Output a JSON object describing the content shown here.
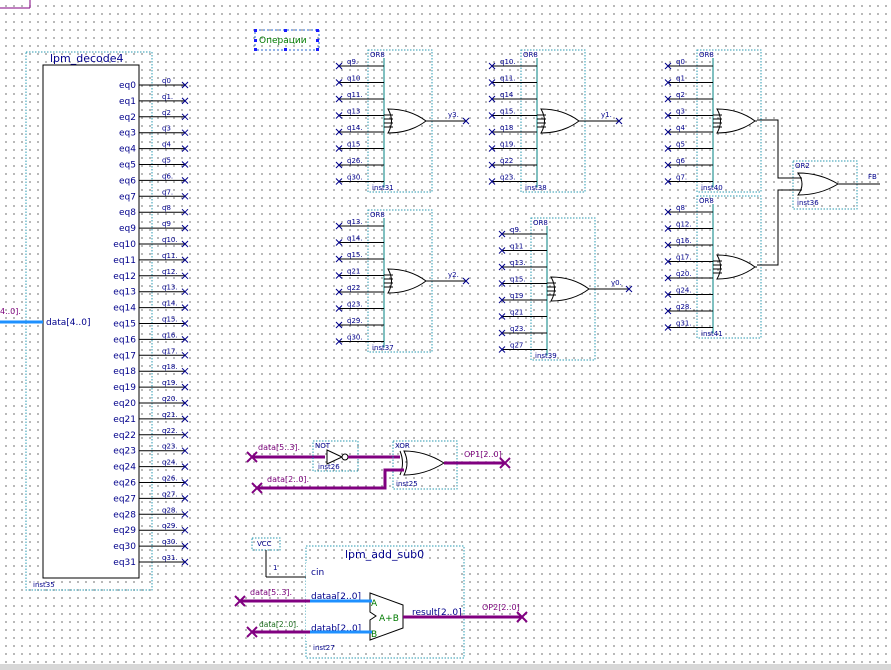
{
  "decoder": {
    "name": "lpm_decode4",
    "input_label": "data[4..0]",
    "input_bus_label": "4..0].",
    "instance": "inst35",
    "ports": [
      "eq0",
      "eq1",
      "eq2",
      "eq3",
      "eq4",
      "eq5",
      "eq6",
      "eq7",
      "eq8",
      "eq9",
      "eq10",
      "eq11",
      "eq12",
      "eq13",
      "eq14",
      "eq15",
      "eq16",
      "eq17",
      "eq18",
      "eq19",
      "eq20",
      "eq21",
      "eq22",
      "eq23",
      "eq24",
      "eq26",
      "eq27",
      "eq28",
      "eq29",
      "eq30",
      "eq31"
    ],
    "nets": [
      "q0",
      "q1.",
      "q2",
      "q3",
      "q4",
      "q5",
      "q6.",
      "q7.",
      "q8",
      "q9",
      "q10.",
      "q11.",
      "q12.",
      "q13.",
      "q14.",
      "q15.",
      "q16.",
      "q17.",
      "q18.",
      "q19.",
      "q20.",
      "q21.",
      "q22.",
      "q23.",
      "q24.",
      "q26.",
      "q27.",
      "q28.",
      "q29.",
      "q30.",
      "q31."
    ]
  },
  "operations_label": "Операции",
  "or8_gates": [
    {
      "type": "OR8",
      "instance": "inst31",
      "output": "y3.",
      "inputs": [
        "q9.",
        "q10",
        "q11.",
        "q13",
        "q14.",
        "q15",
        "q26.",
        "q30."
      ]
    },
    {
      "type": "OR8",
      "instance": "inst38",
      "output": "y1.",
      "inputs": [
        "q10.",
        "q11.",
        "q14",
        "q15.",
        "q18",
        "q19.",
        "q22",
        "q23."
      ]
    },
    {
      "type": "OR8",
      "instance": "inst40",
      "output": "",
      "inputs": [
        "q0",
        "q1",
        "q2",
        "q3",
        "q4",
        "q5",
        "q6",
        "q7."
      ]
    },
    {
      "type": "OR8",
      "instance": "inst37",
      "output": "y2.",
      "inputs": [
        "q13.",
        "q14.",
        "q15.",
        "q21",
        "q22",
        "q23.",
        "q29.",
        "q30."
      ]
    },
    {
      "type": "OR8",
      "instance": "inst39",
      "output": "y0.",
      "inputs": [
        "q9.",
        "q11",
        "q13.",
        "q15.",
        "q19",
        "q21",
        "q23.",
        "q27"
      ]
    },
    {
      "type": "OR8",
      "instance": "inst41",
      "output": "",
      "inputs": [
        "q8",
        "q12.",
        "q16.",
        "q17.",
        "q20.",
        "q24.",
        "q28.",
        "q31."
      ]
    }
  ],
  "or2_gate": {
    "type": "OR2",
    "instance": "inst36",
    "output": "FB"
  },
  "not_gate": {
    "type": "NOT",
    "instance": "inst26",
    "input": "data[5..3]."
  },
  "xor_gate": {
    "type": "XOR",
    "instance": "inst25",
    "input": "data[2..0].",
    "output": "OP1[2..0]"
  },
  "vcc": {
    "label": "VCC",
    "net": "1"
  },
  "adder": {
    "name": "lpm_add_sub0",
    "instance": "inst27",
    "ports": {
      "cin": "cin",
      "dataa": "dataa[2..0]",
      "datab": "datab[2..0]",
      "result": "result[2..0]"
    },
    "symbol": {
      "a": "A",
      "b": "B",
      "op": "A+B"
    },
    "input_a": "data[5..3].",
    "input_b": "data[2..0].",
    "output": "OP2[2..0]"
  },
  "colors": {
    "wire": "#000000",
    "bus": "#800080",
    "label": "#00008b",
    "box_dashed": "#2a9ab0",
    "bus_highlight": "#1e90ff",
    "green_text": "#1e6e1e"
  }
}
